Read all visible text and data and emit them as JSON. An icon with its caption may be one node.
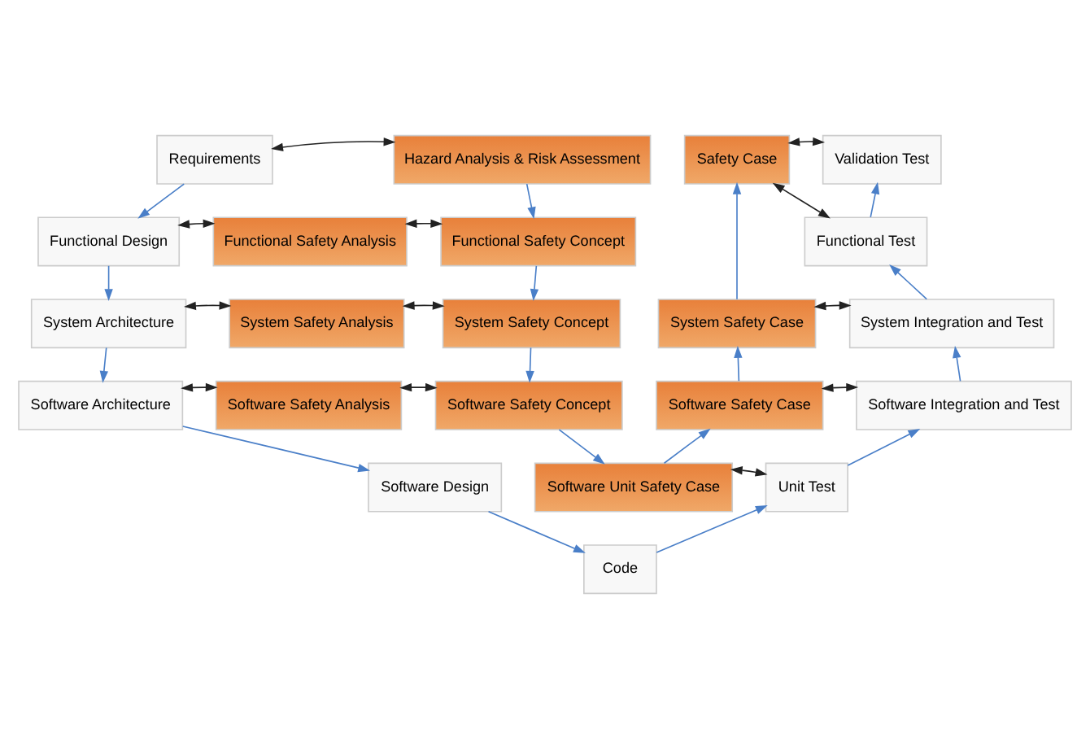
{
  "diagram": {
    "nodes": [
      {
        "text": [
          "Requirements"
        ]
      },
      {
        "text": [
          "Hazard Analysis & Risk Assessment"
        ]
      },
      {
        "text": [
          "Safety Case"
        ]
      },
      {
        "text": [
          "Validation Test"
        ]
      },
      {
        "text": [
          "Functional Design"
        ]
      },
      {
        "text": [
          "Functional Safety Analysis"
        ]
      },
      {
        "text": [
          "Functional Safety Concept"
        ]
      },
      {
        "text": [
          "Functional Test"
        ]
      },
      {
        "text": [
          "System Architecture"
        ]
      },
      {
        "text": [
          "System Safety Analysis"
        ]
      },
      {
        "text": [
          "System Safety Concept"
        ]
      },
      {
        "text": [
          "System Safety Case"
        ]
      },
      {
        "text": [
          "System Integration and Test"
        ]
      },
      {
        "text": [
          "Software Architecture"
        ]
      },
      {
        "text": [
          "Software Safety Analysis"
        ]
      },
      {
        "text": [
          "Software Safety Concept"
        ]
      },
      {
        "text": [
          "Software Safety Case"
        ]
      },
      {
        "text": [
          "Software Integration and Test"
        ]
      },
      {
        "text": [
          "Software Design"
        ]
      },
      {
        "text": [
          "Software Unit Safety Case"
        ]
      },
      {
        "text": [
          "Unit Test"
        ]
      },
      {
        "text": [
          "Code"
        ]
      }
    ],
    "edges": [
      {
        "from": 0,
        "to": 1,
        "arrow": "both",
        "color": "#222222"
      },
      {
        "from": 2,
        "to": 3,
        "arrow": "both",
        "color": "#222222"
      },
      {
        "from": 0,
        "to": 4,
        "arrow": "to"
      },
      {
        "from": 1,
        "to": 6,
        "arrow": "to"
      },
      {
        "from": 4,
        "to": 5,
        "arrow": "both",
        "color": "#222222"
      },
      {
        "from": 5,
        "to": 6,
        "arrow": "both",
        "color": "#222222"
      },
      {
        "from": 2,
        "to": 7,
        "arrow": "both",
        "color": "#222222"
      },
      {
        "from": 7,
        "to": 3,
        "arrow": "to"
      },
      {
        "from": 4,
        "to": 8,
        "arrow": "to"
      },
      {
        "from": 6,
        "to": 10,
        "arrow": "to"
      },
      {
        "from": 8,
        "to": 9,
        "arrow": "both",
        "color": "#222222"
      },
      {
        "from": 9,
        "to": 10,
        "arrow": "both",
        "color": "#222222"
      },
      {
        "from": 11,
        "to": 2,
        "arrow": "to"
      },
      {
        "from": 11,
        "to": 12,
        "arrow": "both",
        "color": "#222222"
      },
      {
        "from": 12,
        "to": 7,
        "arrow": "to"
      },
      {
        "from": 8,
        "to": 13,
        "arrow": "to"
      },
      {
        "from": 10,
        "to": 15,
        "arrow": "to"
      },
      {
        "from": 13,
        "to": 14,
        "arrow": "both",
        "color": "#222222"
      },
      {
        "from": 14,
        "to": 15,
        "arrow": "both",
        "color": "#222222"
      },
      {
        "from": 16,
        "to": 11,
        "arrow": "to"
      },
      {
        "from": 16,
        "to": 17,
        "arrow": "both",
        "color": "#222222"
      },
      {
        "from": 17,
        "to": 12,
        "arrow": "to"
      },
      {
        "from": 13,
        "to": 18,
        "arrow": "to"
      },
      {
        "from": 15,
        "to": 19,
        "arrow": "to"
      },
      {
        "from": 19,
        "to": 16,
        "arrow": "to"
      },
      {
        "from": 19,
        "to": 20,
        "arrow": "both",
        "color": "#222222"
      },
      {
        "from": 20,
        "to": 17,
        "arrow": "to"
      },
      {
        "from": 18,
        "to": 21,
        "arrow": "to"
      },
      {
        "from": 21,
        "to": 20,
        "arrow": "to"
      }
    ]
  }
}
